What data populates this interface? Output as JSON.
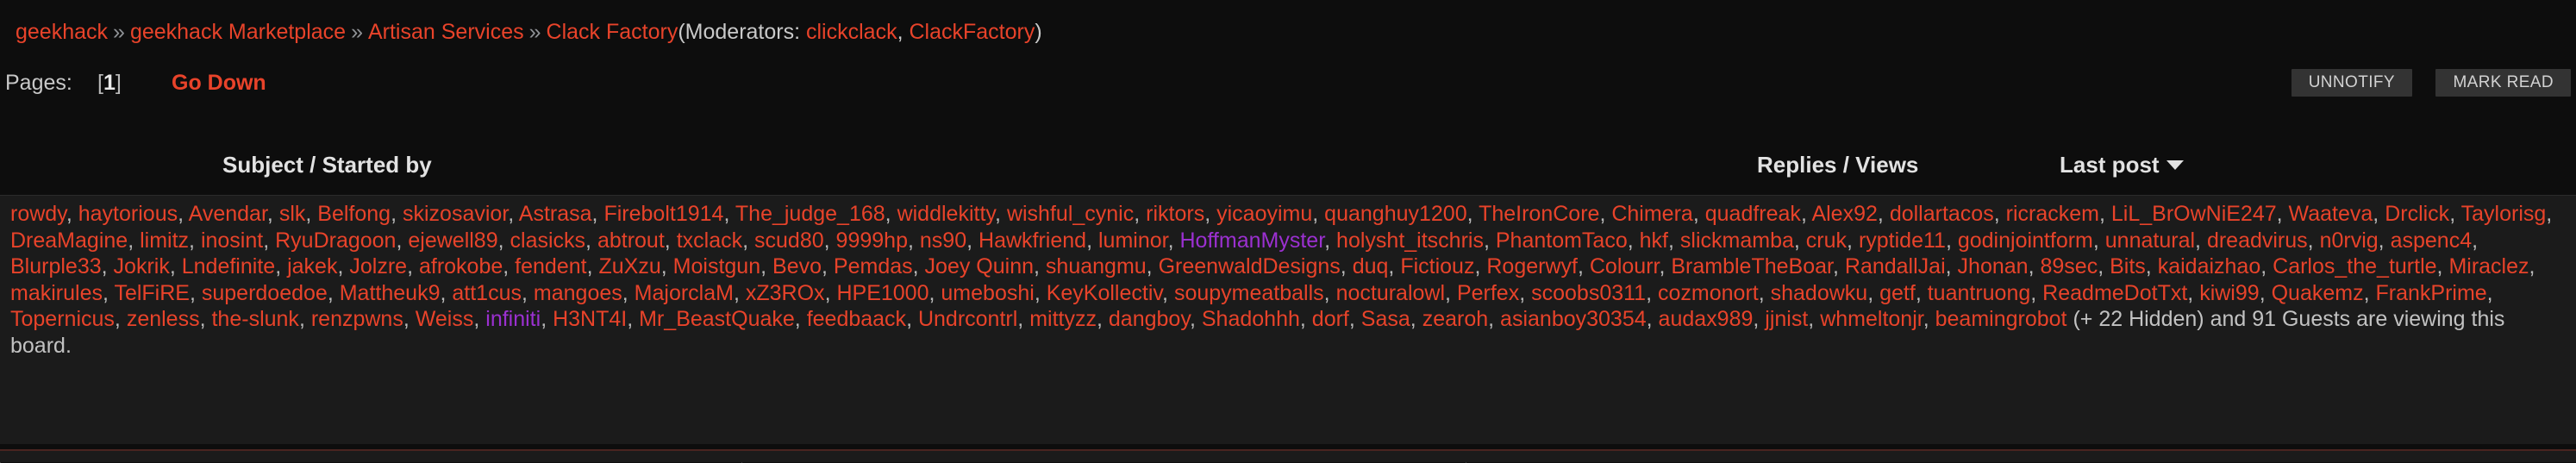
{
  "breadcrumb": {
    "separator": "»",
    "items": [
      "geekhack",
      "geekhack Marketplace",
      "Artisan Services",
      "Clack Factory"
    ],
    "moderators_prefix": "(Moderators: ",
    "moderators": [
      "clickclack",
      "ClackFactory"
    ],
    "moderators_suffix": ")"
  },
  "pages": {
    "label": "Pages:",
    "current": "1",
    "current_display": "[1]",
    "go_down": "Go Down"
  },
  "toolbar": {
    "unnotify_label": "UNNOTIFY",
    "mark_read_label": "MARK READ"
  },
  "table_header": {
    "subject": "Subject / Started by",
    "replies_views": "Replies / Views",
    "last_post": "Last post",
    "sort_caret": "caret-down-icon"
  },
  "viewers": {
    "users": [
      {
        "name": "rowdy"
      },
      {
        "name": "haytorious"
      },
      {
        "name": "Avendar"
      },
      {
        "name": "slk"
      },
      {
        "name": "Belfong"
      },
      {
        "name": "skizosavior"
      },
      {
        "name": "Astrasa"
      },
      {
        "name": "Firebolt1914"
      },
      {
        "name": "The_judge_168"
      },
      {
        "name": "widdlekitty"
      },
      {
        "name": "wishful_cynic"
      },
      {
        "name": "riktors"
      },
      {
        "name": "yicaoyimu"
      },
      {
        "name": "quanghuy1200"
      },
      {
        "name": "TheIronCore"
      },
      {
        "name": "Chimera"
      },
      {
        "name": "quadfreak"
      },
      {
        "name": "Alex92"
      },
      {
        "name": "dollartacos"
      },
      {
        "name": "ricrackem"
      },
      {
        "name": "LiL_BrOwNiE247"
      },
      {
        "name": "Waateva"
      },
      {
        "name": "Drclick"
      },
      {
        "name": "Taylorisg"
      },
      {
        "name": "DreaMagine"
      },
      {
        "name": "limitz"
      },
      {
        "name": "inosint"
      },
      {
        "name": "RyuDragoon"
      },
      {
        "name": "ejewell89"
      },
      {
        "name": "clasicks"
      },
      {
        "name": "abtrout"
      },
      {
        "name": "txclack"
      },
      {
        "name": "scud80"
      },
      {
        "name": "9999hp"
      },
      {
        "name": "ns90"
      },
      {
        "name": "Hawkfriend"
      },
      {
        "name": "luminor"
      },
      {
        "name": "HoffmanMyster",
        "color": "purple"
      },
      {
        "name": "holysht_itschris"
      },
      {
        "name": "PhantomTaco"
      },
      {
        "name": "hkf"
      },
      {
        "name": "slickmamba"
      },
      {
        "name": "cruk"
      },
      {
        "name": "ryptide11"
      },
      {
        "name": "godinjointform"
      },
      {
        "name": "unnatural"
      },
      {
        "name": "dreadvirus"
      },
      {
        "name": "n0rvig"
      },
      {
        "name": "aspenc4"
      },
      {
        "name": "Blurple33"
      },
      {
        "name": "Jokrik"
      },
      {
        "name": "Lndefinite"
      },
      {
        "name": "jakek"
      },
      {
        "name": "Jolzre"
      },
      {
        "name": "afrokobe"
      },
      {
        "name": "fendent"
      },
      {
        "name": "ZuXzu"
      },
      {
        "name": "Moistgun"
      },
      {
        "name": "Bevo"
      },
      {
        "name": "Pemdas"
      },
      {
        "name": "Joey Quinn"
      },
      {
        "name": "shuangmu"
      },
      {
        "name": "GreenwaldDesigns"
      },
      {
        "name": "duq"
      },
      {
        "name": "Fictiouz"
      },
      {
        "name": "Rogerwyf"
      },
      {
        "name": "Colourr"
      },
      {
        "name": "BrambleTheBoar"
      },
      {
        "name": "RandallJai"
      },
      {
        "name": "Jhonan"
      },
      {
        "name": "89sec"
      },
      {
        "name": "Bits"
      },
      {
        "name": "kaidaizhao"
      },
      {
        "name": "Carlos_the_turtle"
      },
      {
        "name": "Miraclez"
      },
      {
        "name": "makirules"
      },
      {
        "name": "TelFiRE"
      },
      {
        "name": "superdoedoe"
      },
      {
        "name": "Mattheuk9"
      },
      {
        "name": "att1cus"
      },
      {
        "name": "mangoes"
      },
      {
        "name": "MajorclaM"
      },
      {
        "name": "xZ3ROx"
      },
      {
        "name": "HPE1000"
      },
      {
        "name": "umeboshi"
      },
      {
        "name": "KeyKollectiv"
      },
      {
        "name": "soupymeatballs"
      },
      {
        "name": "nocturalowl"
      },
      {
        "name": "Perfex"
      },
      {
        "name": "scoobs0311"
      },
      {
        "name": "cozmonort"
      },
      {
        "name": "shadowku"
      },
      {
        "name": "getf"
      },
      {
        "name": "tuantruong"
      },
      {
        "name": "ReadmeDotTxt"
      },
      {
        "name": "kiwi99"
      },
      {
        "name": "Quakemz"
      },
      {
        "name": "FrankPrime"
      },
      {
        "name": "Topernicus"
      },
      {
        "name": "zenless"
      },
      {
        "name": "the-slunk"
      },
      {
        "name": "renzpwns"
      },
      {
        "name": "Weiss"
      },
      {
        "name": "infiniti",
        "color": "purple"
      },
      {
        "name": "H3NT4I"
      },
      {
        "name": "Mr_BeastQuake"
      },
      {
        "name": "feedbaack"
      },
      {
        "name": "Undrcontrl"
      },
      {
        "name": "mittyzz"
      },
      {
        "name": "dangboy"
      },
      {
        "name": "Shadohhh"
      },
      {
        "name": "dorf"
      },
      {
        "name": "Sasa"
      },
      {
        "name": "zearoh"
      },
      {
        "name": "asianboy30354"
      },
      {
        "name": "audax989"
      },
      {
        "name": "jjnist"
      },
      {
        "name": "whmeltonjr"
      },
      {
        "name": "beamingrobot"
      }
    ],
    "separator": ", ",
    "hidden_count": "22",
    "guest_count": "91",
    "tail_text": " (+ 22 Hidden) and 91 Guests are viewing this board."
  },
  "colors": {
    "link_red": "#e8432a",
    "link_purple": "#9b30d0",
    "page_bg": "#0d0d0d",
    "panel_bg": "#1b1b1b",
    "button_bg": "#333333",
    "text_gray": "#c8c8c8"
  }
}
